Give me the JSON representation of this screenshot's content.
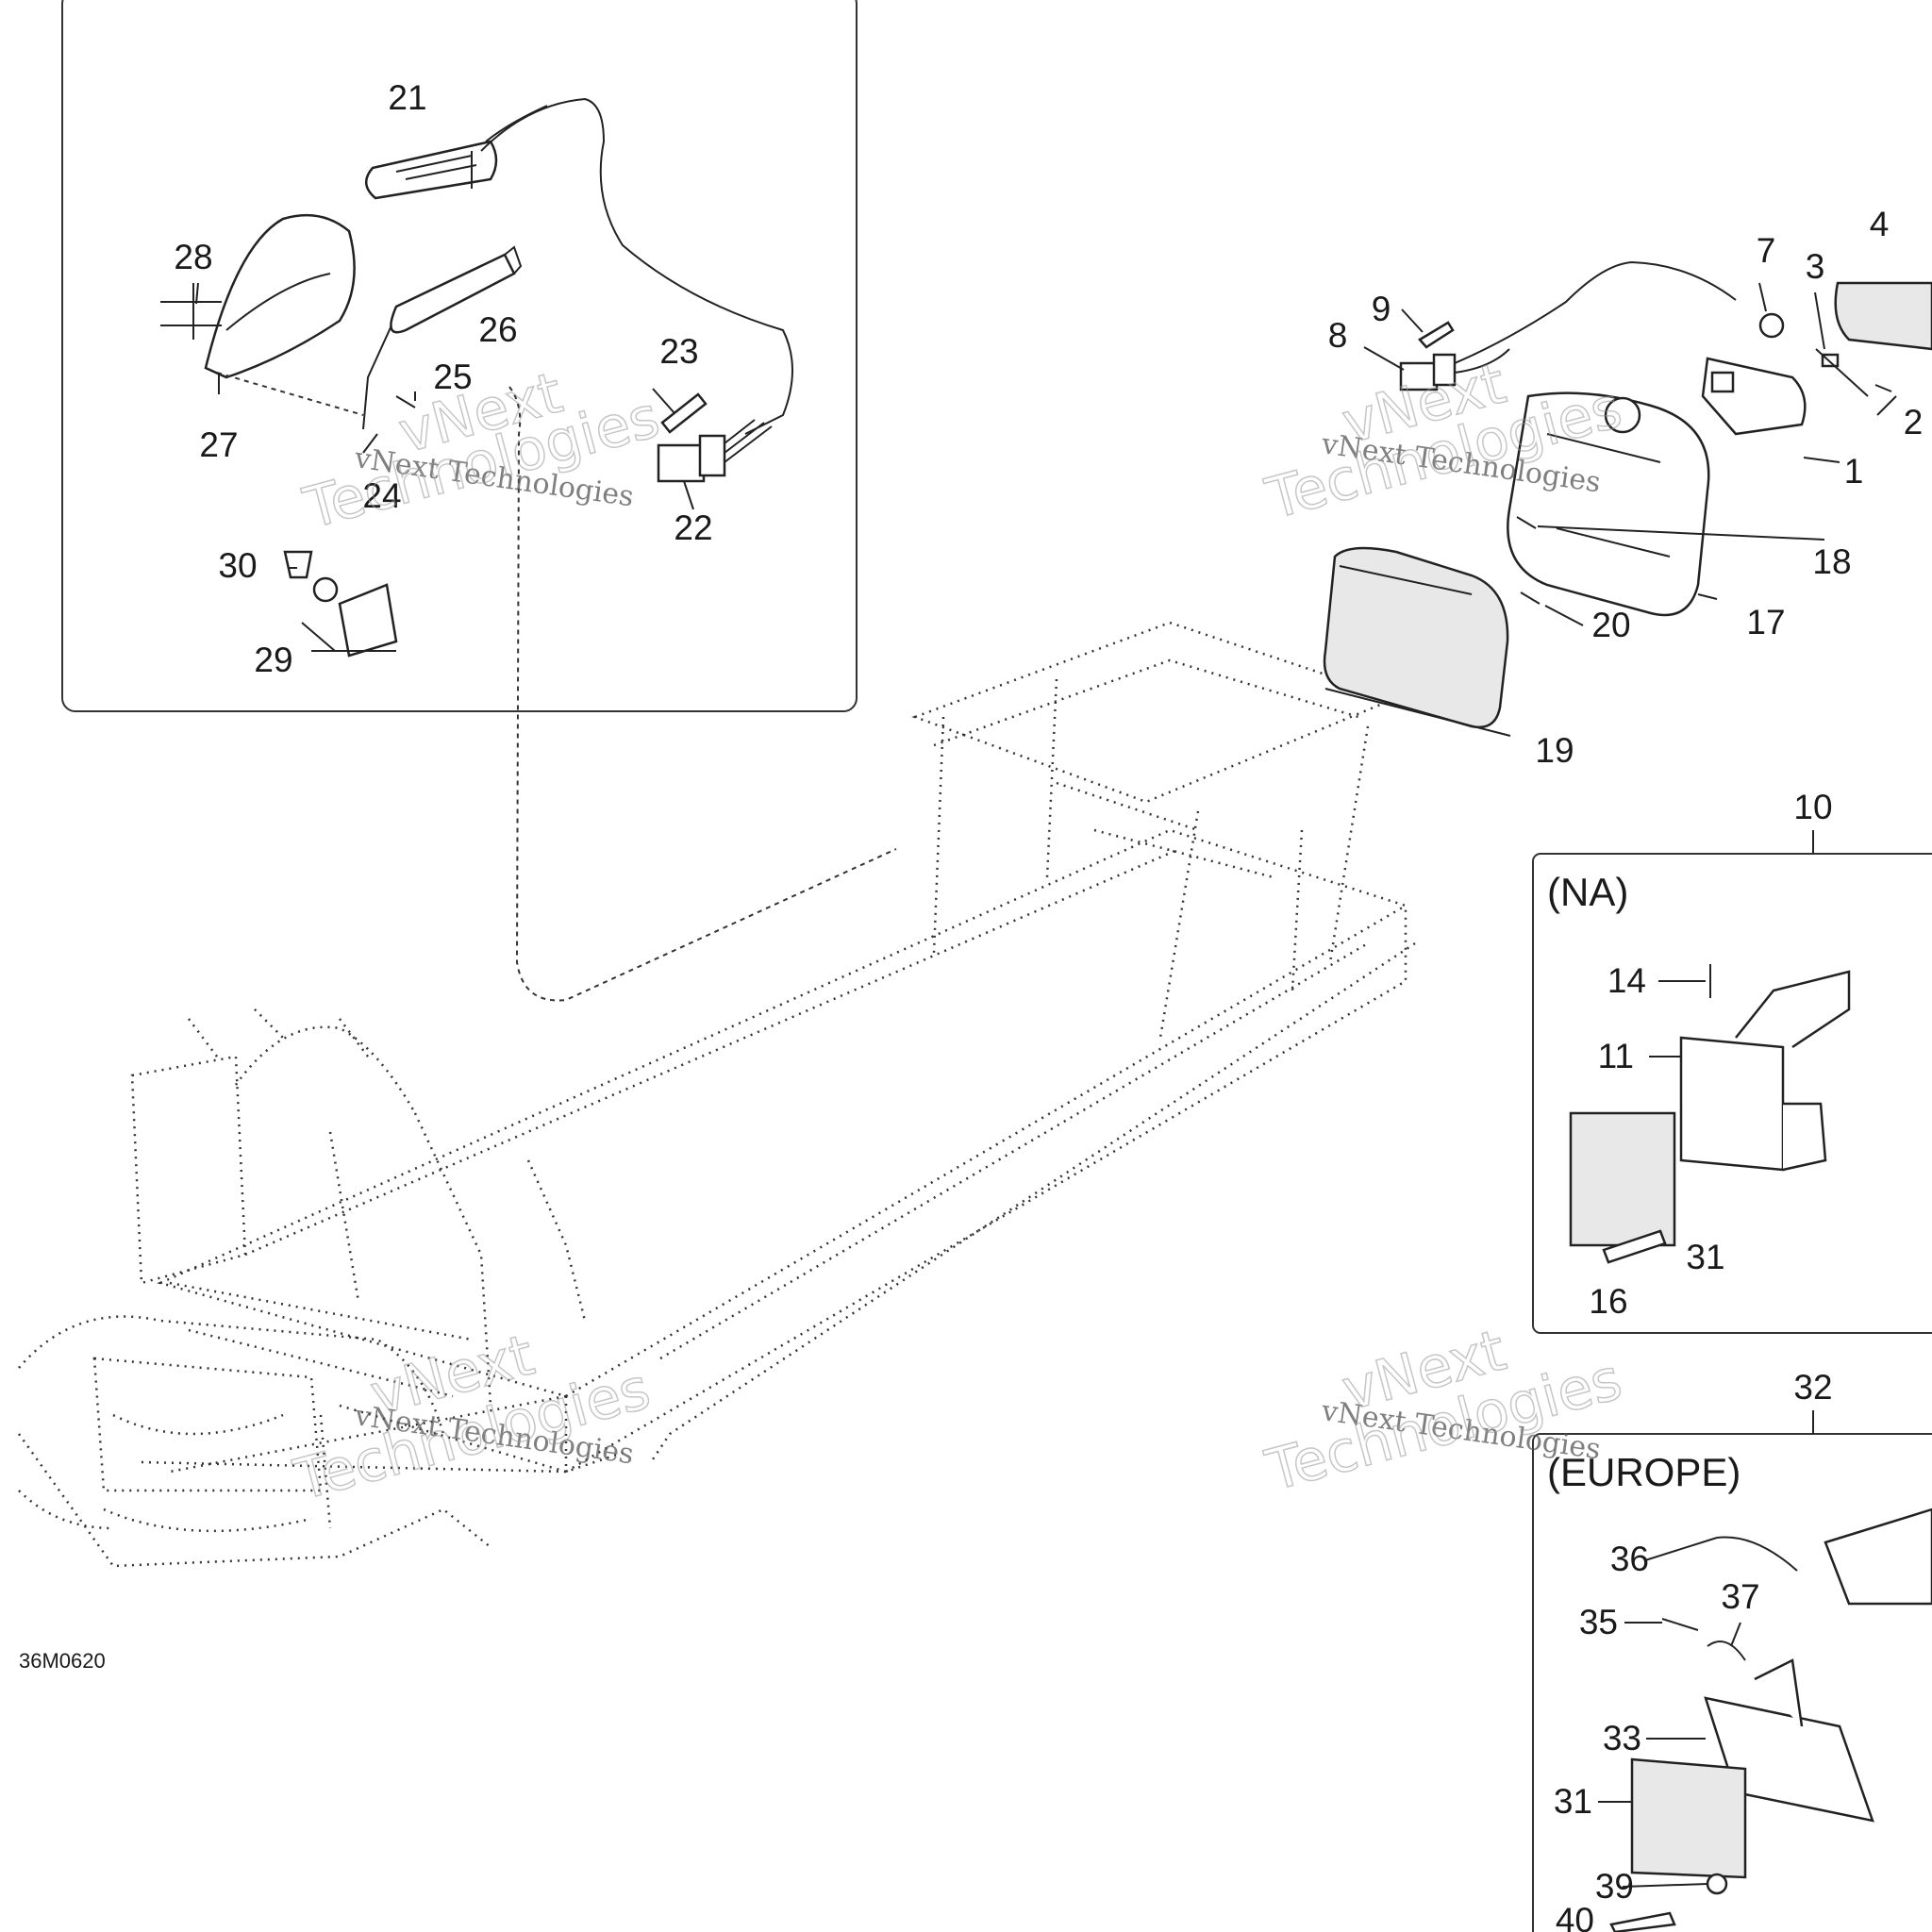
{
  "diagram": {
    "drawing_code": "36M0620",
    "regions": {
      "na": "(NA)",
      "europe": "(EUROPE)"
    },
    "watermark": {
      "line1": "vNext Technologies",
      "line2a": "vNext",
      "line2b": "Technologies"
    },
    "parts": {
      "p1": "1",
      "p2": "2",
      "p3": "3",
      "p4": "4",
      "p7": "7",
      "p8": "8",
      "p9": "9",
      "p10": "10",
      "p11": "11",
      "p14": "14",
      "p16": "16",
      "p17": "17",
      "p18": "18",
      "p19": "19",
      "p20": "20",
      "p21": "21",
      "p22": "22",
      "p23": "23",
      "p24": "24",
      "p25": "25",
      "p26": "26",
      "p27": "27",
      "p28": "28",
      "p29": "29",
      "p30": "30",
      "p31a": "31",
      "p31b": "31",
      "p32": "32",
      "p33": "33",
      "p35": "35",
      "p36": "36",
      "p37": "37",
      "p39": "39",
      "p40": "40"
    }
  }
}
